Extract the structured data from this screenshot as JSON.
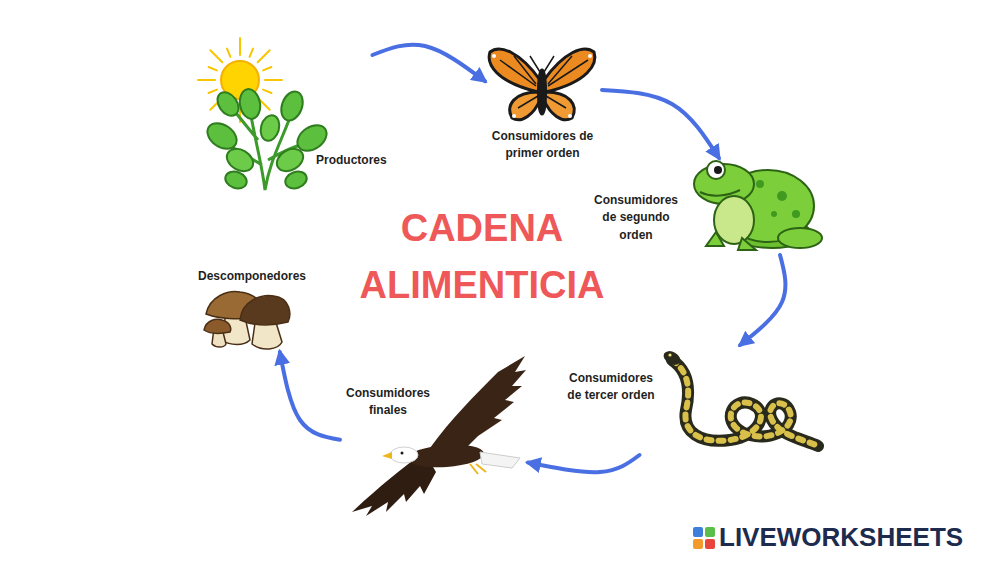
{
  "diagram": {
    "title": "CADENA ALIMENTICIA",
    "nodes": [
      {
        "text": [
          "Productores"
        ]
      },
      {
        "text": [
          "Consumidores de primer orden"
        ]
      },
      {
        "text": [
          "Consumidores de segundo orden"
        ]
      },
      {
        "text": [
          "Consumidores de tercer orden"
        ]
      },
      {
        "text": [
          "Consumidores finales"
        ]
      },
      {
        "text": [
          "Descomponedores"
        ]
      }
    ],
    "edges": [
      {
        "from": 0,
        "to": 1,
        "arrow": "to"
      },
      {
        "from": 1,
        "to": 2,
        "arrow": "to"
      },
      {
        "from": 2,
        "to": 3,
        "arrow": "to"
      },
      {
        "from": 3,
        "to": 4,
        "arrow": "to"
      },
      {
        "from": 4,
        "to": 5,
        "arrow": "to"
      }
    ],
    "labels": [
      "LIVEWORKSHEETS"
    ]
  }
}
